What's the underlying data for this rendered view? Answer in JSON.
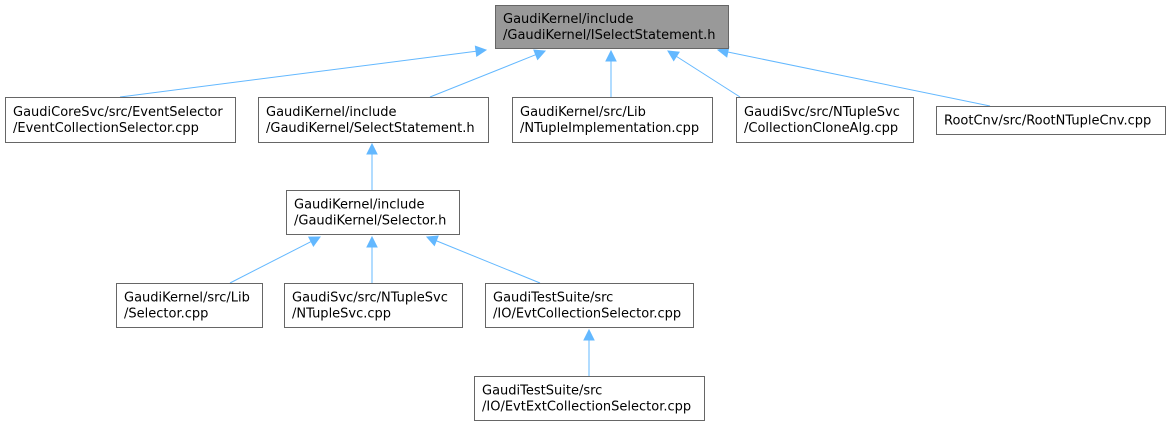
{
  "diagram": {
    "type": "include-dependency-graph",
    "colors": {
      "root_fill": "#999999",
      "node_fill": "#ffffff",
      "node_border": "#666666",
      "edge": "#63b8ff",
      "text": "#000000"
    },
    "nodes": [
      {
        "id": "n0",
        "lines": [
          "GaudiKernel/include",
          "/GaudiKernel/ISelectStatement.h"
        ],
        "root": true
      },
      {
        "id": "n1",
        "lines": [
          "GaudiCoreSvc/src/EventSelector",
          "/EventCollectionSelector.cpp"
        ]
      },
      {
        "id": "n2",
        "lines": [
          "GaudiKernel/include",
          "/GaudiKernel/SelectStatement.h"
        ]
      },
      {
        "id": "n3",
        "lines": [
          "GaudiKernel/src/Lib",
          "/NTupleImplementation.cpp"
        ]
      },
      {
        "id": "n4",
        "lines": [
          "GaudiSvc/src/NTupleSvc",
          "/CollectionCloneAlg.cpp"
        ]
      },
      {
        "id": "n5",
        "lines": [
          "RootCnv/src/RootNTupleCnv.cpp"
        ]
      },
      {
        "id": "n6",
        "lines": [
          "GaudiKernel/include",
          "/GaudiKernel/Selector.h"
        ]
      },
      {
        "id": "n7",
        "lines": [
          "GaudiKernel/src/Lib",
          "/Selector.cpp"
        ]
      },
      {
        "id": "n8",
        "lines": [
          "GaudiSvc/src/NTupleSvc",
          "/NTupleSvc.cpp"
        ]
      },
      {
        "id": "n9",
        "lines": [
          "GaudiTestSuite/src",
          "/IO/EvtCollectionSelector.cpp"
        ]
      },
      {
        "id": "n10",
        "lines": [
          "GaudiTestSuite/src",
          "/IO/EvtExtCollectionSelector.cpp"
        ]
      }
    ],
    "edges": [
      {
        "from": "n1",
        "to": "n0"
      },
      {
        "from": "n2",
        "to": "n0"
      },
      {
        "from": "n3",
        "to": "n0"
      },
      {
        "from": "n4",
        "to": "n0"
      },
      {
        "from": "n5",
        "to": "n0"
      },
      {
        "from": "n6",
        "to": "n2"
      },
      {
        "from": "n7",
        "to": "n6"
      },
      {
        "from": "n8",
        "to": "n6"
      },
      {
        "from": "n9",
        "to": "n6"
      },
      {
        "from": "n10",
        "to": "n9"
      }
    ]
  }
}
